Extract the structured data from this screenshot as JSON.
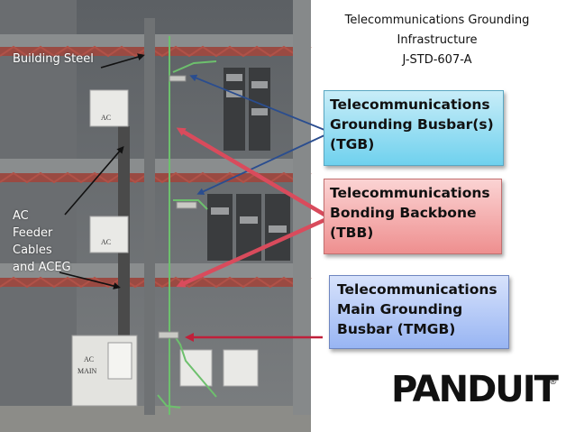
{
  "title": {
    "line1": "Telecommunications Grounding",
    "line2": "Infrastructure",
    "line3": "J-STD-607-A"
  },
  "labels": {
    "building_steel": "Building Steel",
    "ac_feeder": [
      "AC",
      "Feeder",
      "Cables",
      "and ACEG"
    ]
  },
  "callouts": {
    "tgb": [
      "Telecommunications",
      "Grounding Busbar(s)",
      "(TGB)"
    ],
    "tbb": [
      "Telecommunications",
      "Bonding Backbone",
      "(TBB)"
    ],
    "tmgb": [
      "Telecommunications",
      "Main Grounding",
      "Busbar (TMGB)"
    ]
  },
  "panels": {
    "upper": "AC",
    "middle": "AC",
    "main_top": "AC",
    "main_bottom": "MAIN"
  },
  "logo": {
    "text": "PANDUIT",
    "reg": "®"
  },
  "colors": {
    "tgb_fill": "#6fd1ee",
    "tbb_fill": "#ee8f8f",
    "tmgb_fill": "#98b5f3",
    "tgb_arrow": "#2a4d8f",
    "tbb_arrow": "#d94b5c",
    "tmgb_arrow": "#c0203a",
    "ground_wire": "#6dc06d"
  }
}
